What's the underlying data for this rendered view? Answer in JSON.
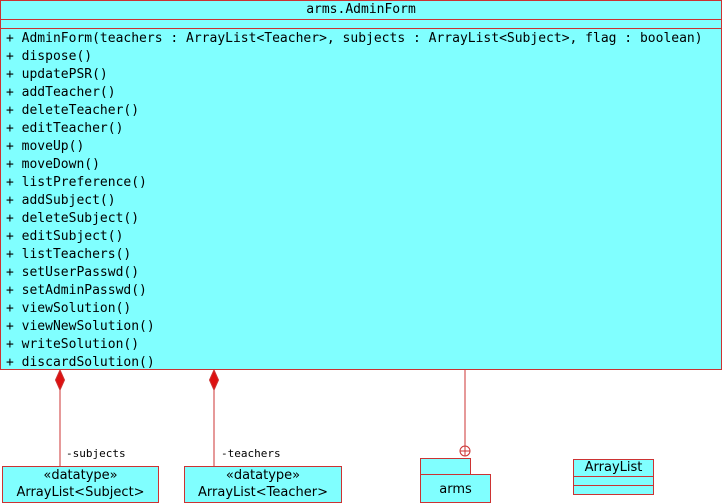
{
  "main_class": {
    "title": "arms.AdminForm",
    "operations": [
      "+ AdminForm(teachers : ArrayList<Teacher>, subjects : ArrayList<Subject>, flag : boolean)",
      "+ dispose()",
      "+ updatePSR()",
      "+ addTeacher()",
      "+ deleteTeacher()",
      "+ editTeacher()",
      "+ moveUp()",
      "+ moveDown()",
      "+ listPreference()",
      "+ addSubject()",
      "+ deleteSubject()",
      "+ editSubject()",
      "+ listTeachers()",
      "+ setUserPasswd()",
      "+ setAdminPasswd()",
      "+ viewSolution()",
      "+ viewNewSolution()",
      "+ writeSolution()",
      "+ discardSolution()"
    ]
  },
  "subjects_datatype": {
    "stereotype": "«datatype»",
    "name": "ArrayList<Subject>",
    "role": "-subjects"
  },
  "teachers_datatype": {
    "stereotype": "«datatype»",
    "name": "ArrayList<Teacher>",
    "role": "-teachers"
  },
  "package": {
    "name": "arms"
  },
  "arraylist_class": {
    "name": "ArrayList"
  },
  "colors": {
    "fill": "#80ffff",
    "line": "#cc3333"
  }
}
